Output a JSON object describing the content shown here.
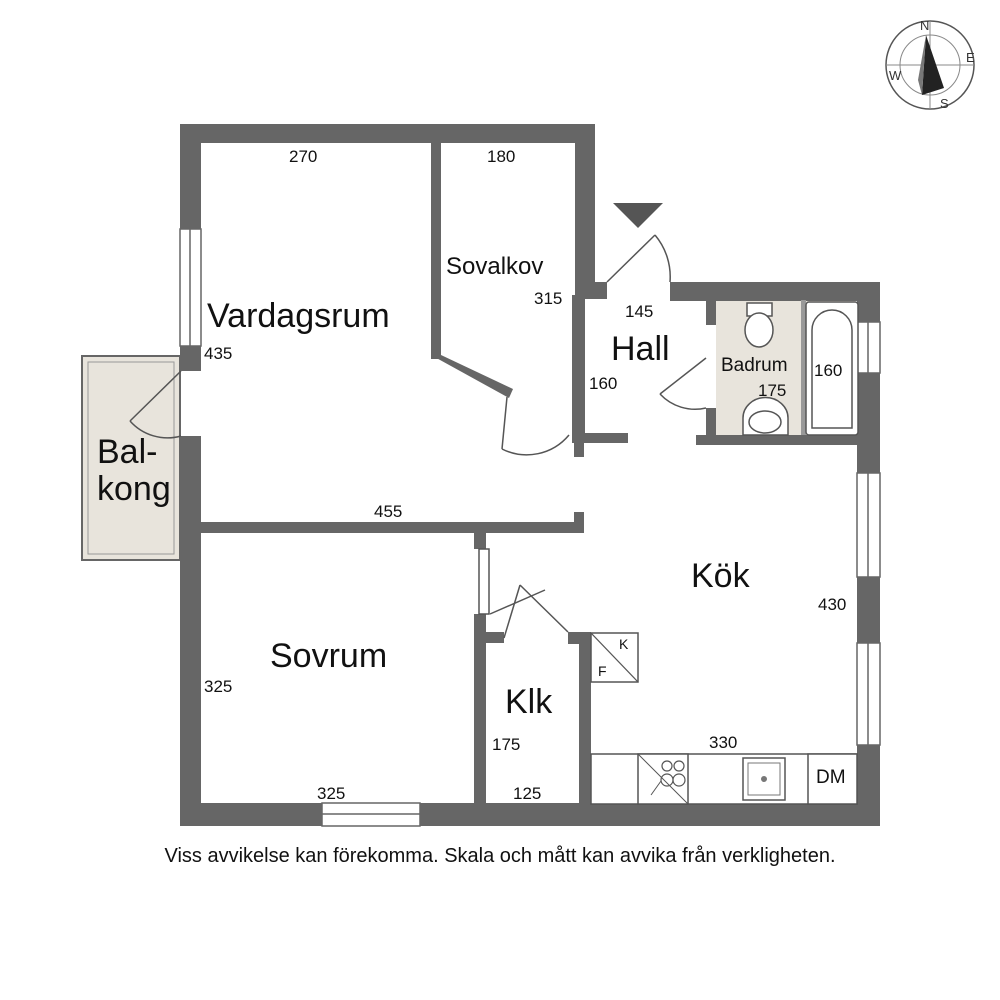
{
  "compass": {
    "n": "N",
    "e": "E",
    "s": "S",
    "w": "W"
  },
  "rooms": {
    "vardagsrum": "Vardagsrum",
    "sovalkov": "Sovalkov",
    "hall": "Hall",
    "badrum": "Badrum",
    "balkong_line1": "Bal-",
    "balkong_line2": "kong",
    "kok": "Kök",
    "sovrum": "Sovrum",
    "klk": "Klk"
  },
  "dimensions": {
    "vardagsrum_width": "270",
    "vardagsrum_height": "435",
    "sovalkov_width": "180",
    "sovalkov_height": "315",
    "hall_width": "145",
    "hall_height": "160",
    "badrum_width": "175",
    "badrum_height": "160",
    "vardagsrum_bottom": "455",
    "kok_height": "430",
    "kok_width": "330",
    "sovrum_height": "325",
    "sovrum_width": "325",
    "klk_height": "175",
    "klk_width": "125"
  },
  "fixtures": {
    "fridge": "K",
    "freezer": "F",
    "dishwasher": "DM"
  },
  "disclaimer": "Viss avvikelse kan förekomma. Skala och mått kan avvika från verkligheten."
}
